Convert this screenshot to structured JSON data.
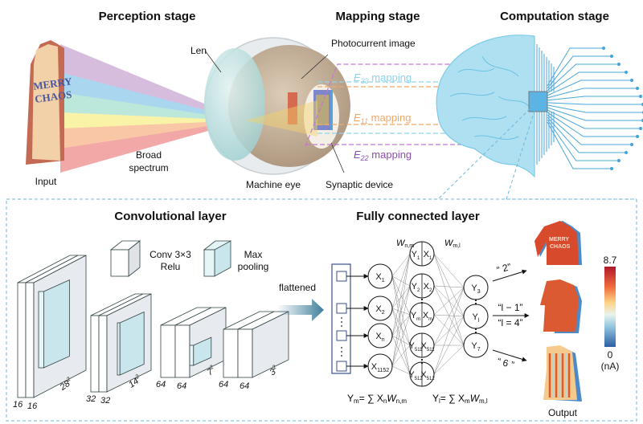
{
  "stages": {
    "perception": "Perception stage",
    "mapping": "Mapping stage",
    "computation": "Computation stage"
  },
  "labels": {
    "input": "Input",
    "broad_spectrum_1": "Broad",
    "broad_spectrum_2": "spectrum",
    "len": "Len",
    "machine_eye": "Machine eye",
    "photocurrent_image": "Photocurrent image",
    "synaptic_device": "Synaptic device",
    "shirt_line1": "MERRY",
    "shirt_line2": "CHAOS"
  },
  "mappings": [
    {
      "sym": "E",
      "sub": "33",
      "text": " mapping",
      "color": "#8fd3ec"
    },
    {
      "sym": "E",
      "sub": "11",
      "text": " mapping",
      "color": "#f0a868"
    },
    {
      "sym": "E",
      "sub": "22",
      "text": " mapping",
      "color": "#8a4fb0"
    }
  ],
  "conv": {
    "title": "Convolutional layer",
    "legend_conv_1": "Conv 3×3",
    "legend_conv_2": "Relu",
    "legend_pool_1": "Max",
    "legend_pool_2": "pooling",
    "flattened": "flattened",
    "blocks": [
      {
        "c1": "16",
        "c2": "16",
        "size": "28",
        "exp": "2"
      },
      {
        "c1": "32",
        "c2": "32",
        "size": "14",
        "exp": "2"
      },
      {
        "c1": "64",
        "c2": "64",
        "size": "7",
        "exp": "2"
      },
      {
        "c1": "64",
        "c2": "64",
        "size": "3",
        "exp": "2"
      }
    ]
  },
  "fc": {
    "title": "Fully connected layer",
    "w_nm": "W",
    "w_nm_sub": "n,m",
    "w_ml": "W",
    "w_ml_sub": "m,l",
    "input_nodes": [
      {
        "sym": "X",
        "sub": "1"
      },
      {
        "sym": "X",
        "sub": "2"
      },
      {
        "sym": "X",
        "sub": "n"
      },
      {
        "sym": "X",
        "sub": "1152"
      }
    ],
    "hidden_nodes": [
      {
        "y": "1",
        "x": "1"
      },
      {
        "y": "2",
        "x": "2"
      },
      {
        "y": "m",
        "x": "m"
      },
      {
        "y": "511",
        "x": "511"
      },
      {
        "y": "512",
        "x": "512"
      }
    ],
    "output_nodes": [
      {
        "sym": "Y",
        "sub": "3"
      },
      {
        "sym": "Y",
        "sub": "l"
      },
      {
        "sym": "Y",
        "sub": "7"
      }
    ],
    "eq1": {
      "lhs": "Y",
      "lhs_sub": "m",
      "rhs": "= ∑ X",
      "x_sub": "n",
      "w": "W",
      "w_sub": "n,m"
    },
    "eq2": {
      "lhs": "Y",
      "lhs_sub": "l",
      "rhs": "= ∑ X",
      "x_sub": "m",
      "w": "W",
      "w_sub": "m,l"
    },
    "classes": [
      "“ 2”",
      "“l − 1”",
      "“l = 4”",
      "“ 6 ”"
    ]
  },
  "output": {
    "label": "Output",
    "colorbar_max": "8.7",
    "colorbar_min": "0",
    "colorbar_unit": "(nA)"
  },
  "colors": {
    "dash_blue": "#6fb6dc",
    "brain": "#aee0f2",
    "circuit": "#4aa6d8",
    "chip": "#5bb4e4",
    "pool_face": "#c9e6ec",
    "conv_face": "#dfe3e8",
    "arrow": "#3f7f9c"
  }
}
